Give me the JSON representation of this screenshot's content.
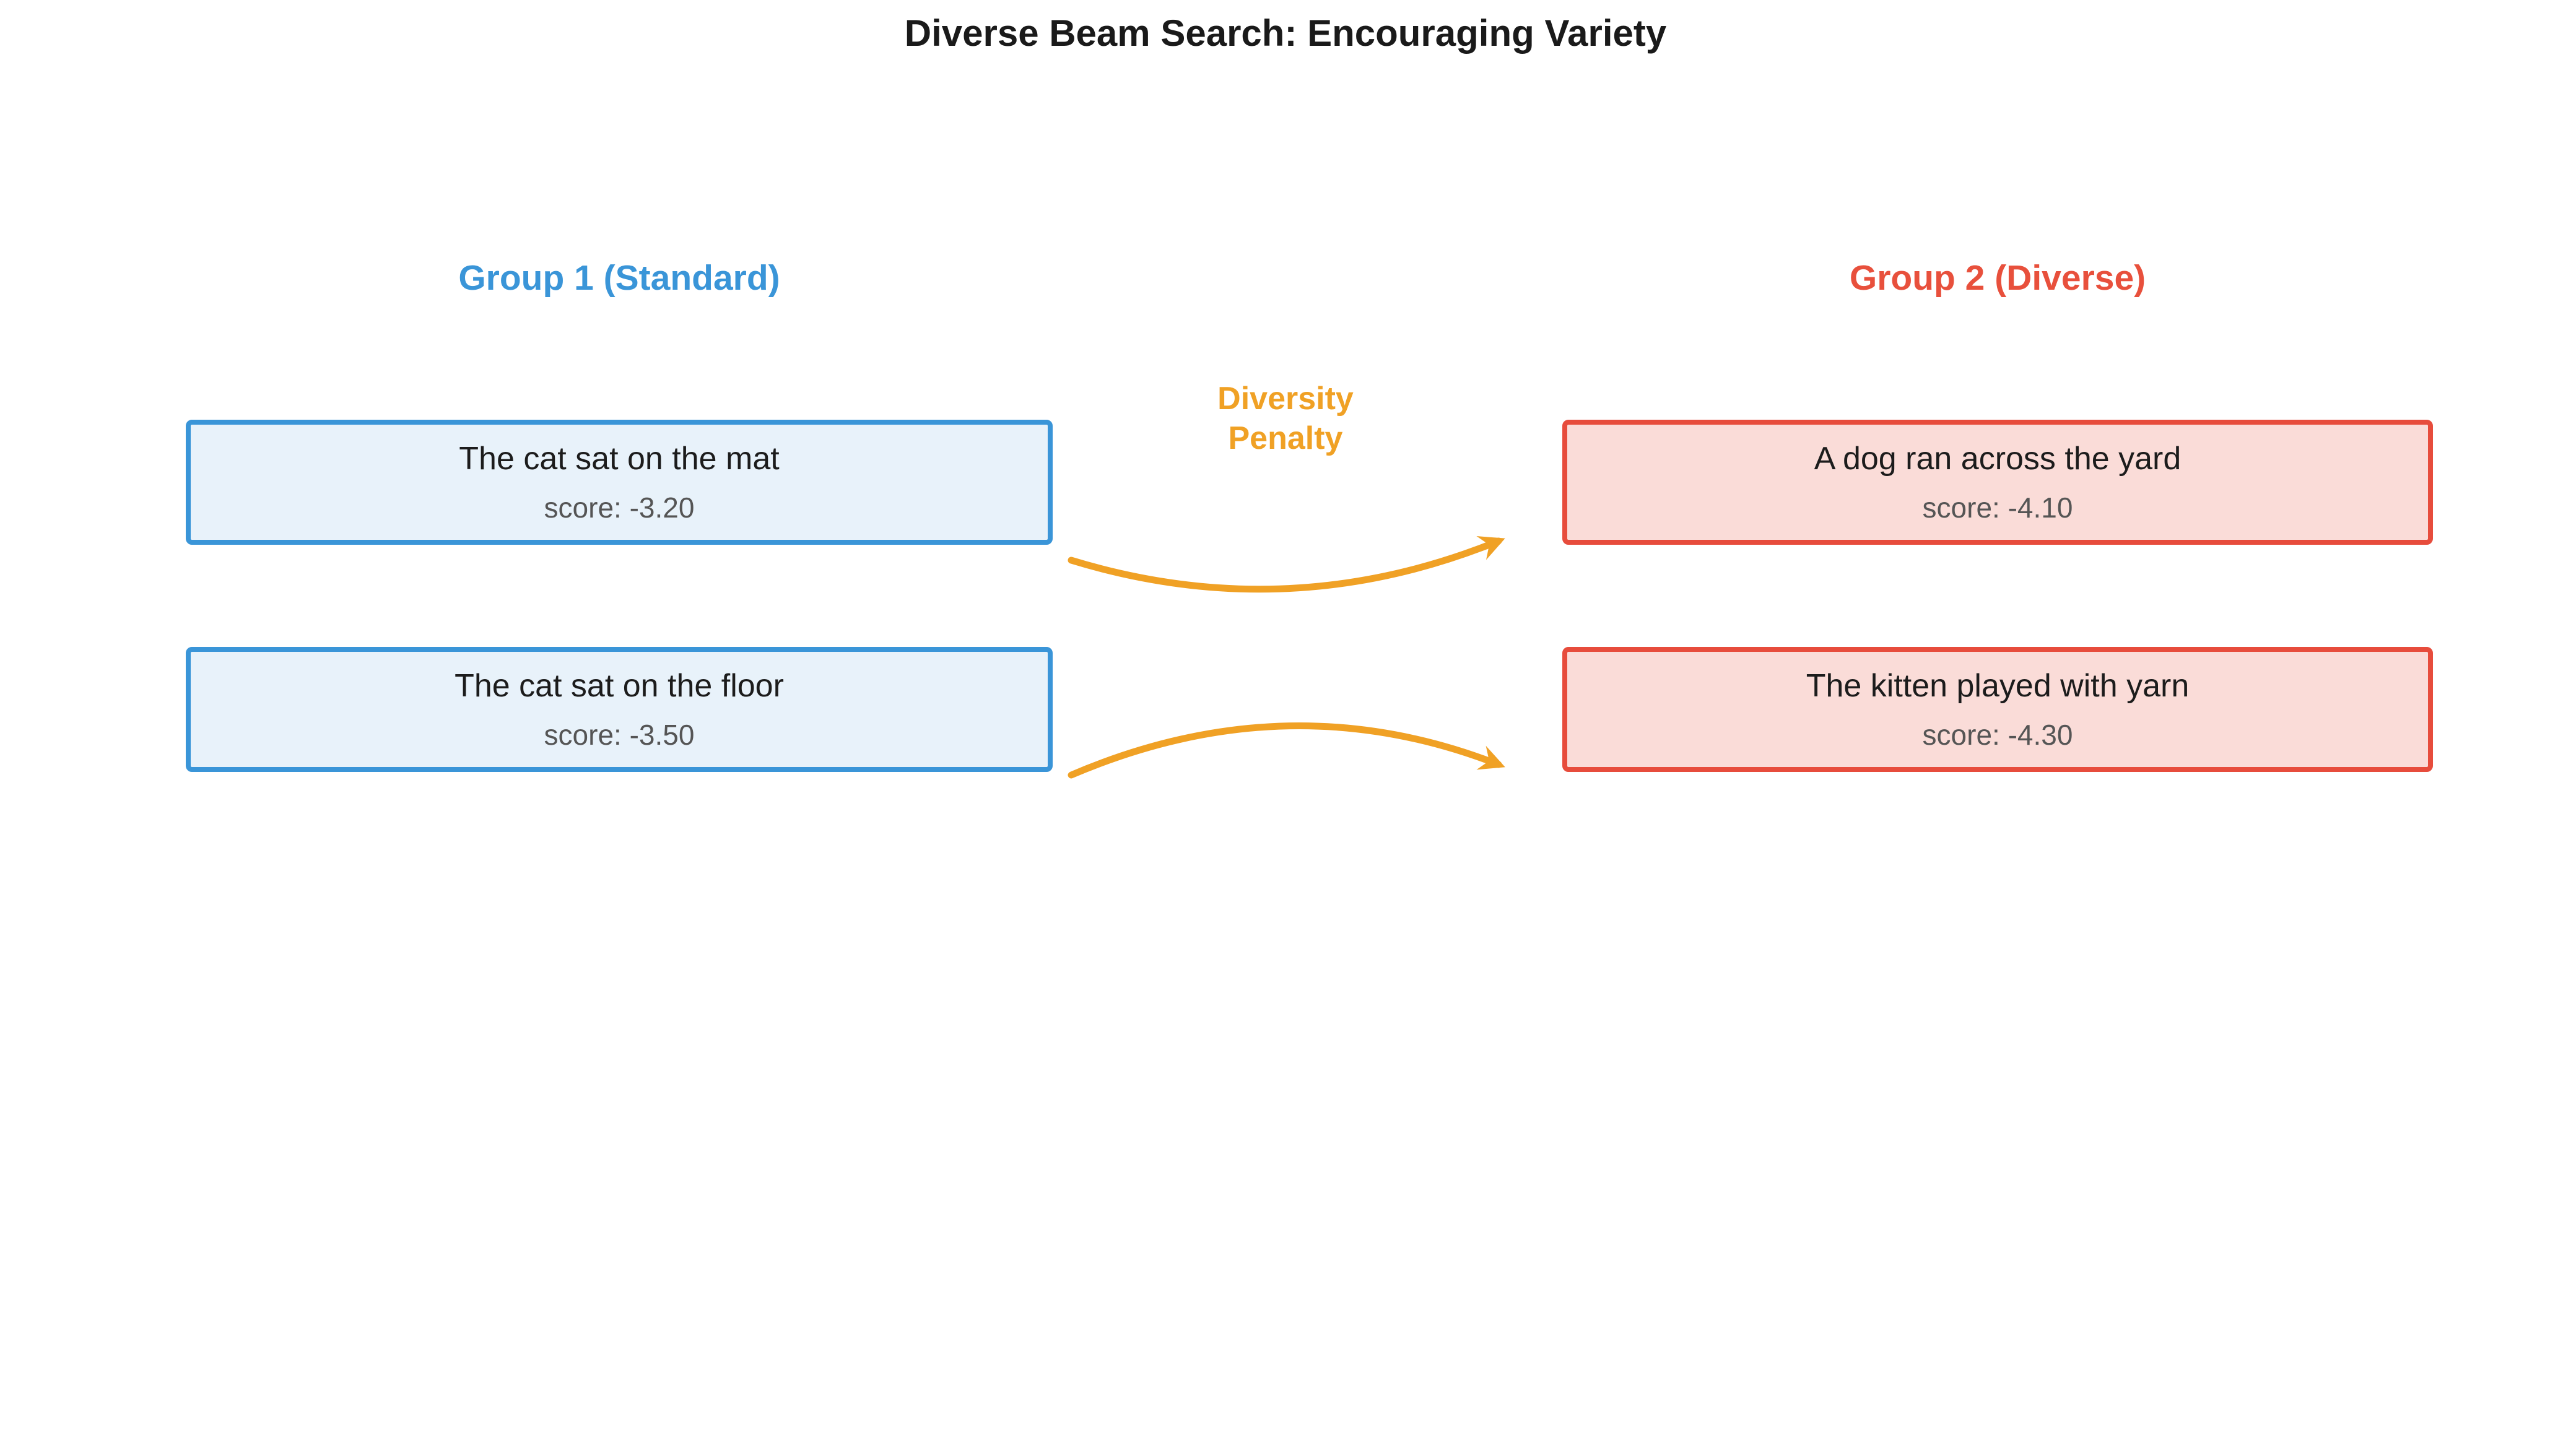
{
  "title": "Diverse Beam Search: Encouraging Variety",
  "group1": {
    "label": "Group 1 (Standard)",
    "boxes": [
      {
        "text": "The cat sat on the mat",
        "score": "score: -3.20"
      },
      {
        "text": "The cat sat on the floor",
        "score": "score: -3.50"
      }
    ]
  },
  "group2": {
    "label": "Group 2 (Diverse)",
    "boxes": [
      {
        "text": "A dog ran across the yard",
        "score": "score: -4.10"
      },
      {
        "text": "The kitten played with yarn",
        "score": "score: -4.30"
      }
    ]
  },
  "penalty": {
    "line1": "Diversity",
    "line2": "Penalty"
  },
  "colors": {
    "group1_accent": "#3a95d8",
    "group1_fill": "#e8f2fa",
    "group2_accent": "#e74c3c",
    "group2_fill": "#fadcd8",
    "penalty_orange": "#f0a125",
    "title_text": "#1a1a1a",
    "sentence_text": "#1c1c1c",
    "score_text": "#555555",
    "background": "#ffffff"
  }
}
